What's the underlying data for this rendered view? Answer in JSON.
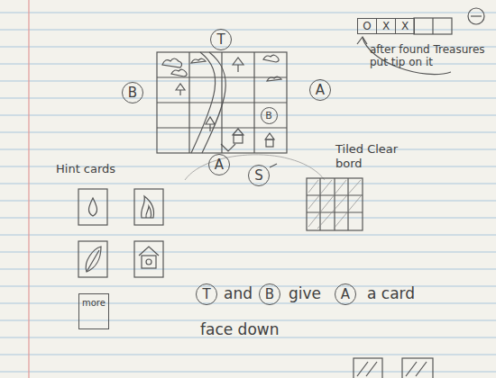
{
  "diagram": {
    "nodes": [
      {
        "text": [
          "T"
        ]
      },
      {
        "text": [
          "B"
        ]
      },
      {
        "text": [
          "A"
        ]
      },
      {
        "text": [
          "B"
        ]
      },
      {
        "text": [
          "A"
        ]
      },
      {
        "text": [
          "S"
        ]
      },
      {
        "text": [
          "O"
        ]
      },
      {
        "text": [
          "X"
        ]
      },
      {
        "text": [
          "X"
        ]
      },
      {
        "text": [
          "more"
        ]
      },
      {
        "text": [
          "T"
        ]
      },
      {
        "text": [
          "B"
        ]
      },
      {
        "text": [
          "A"
        ]
      }
    ],
    "labels": [
      "after found Treasures put tip on it",
      "Tiled Clear bord",
      "Hint cards",
      "and",
      "give",
      "a card",
      "face down"
    ]
  }
}
